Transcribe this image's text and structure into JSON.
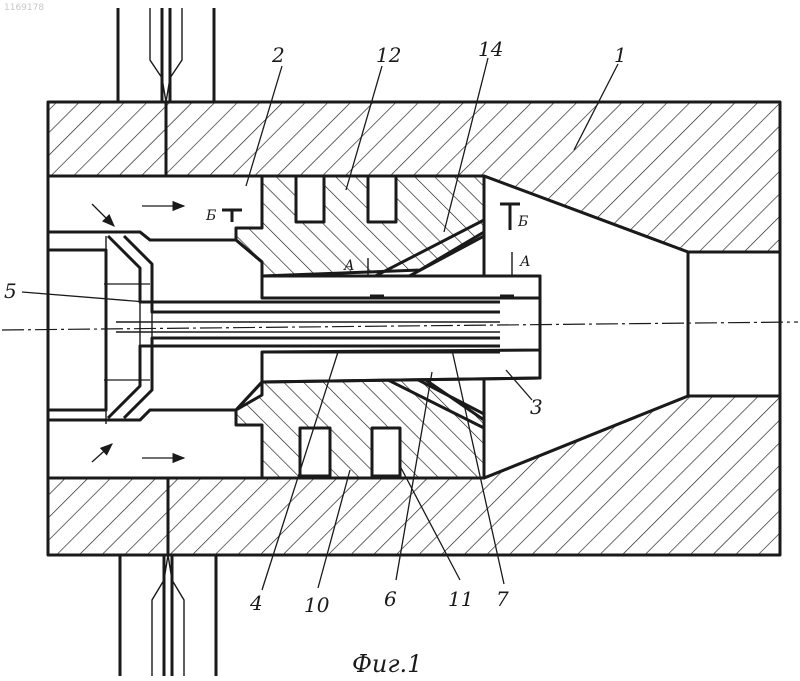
{
  "document_id": "1169178",
  "labels": {
    "l1": "1",
    "l2": "2",
    "l3": "3",
    "l4": "4",
    "l5": "5",
    "l6": "6",
    "l7": "7",
    "l10": "10",
    "l11": "11",
    "l12": "12",
    "l14": "14"
  },
  "section_marks": {
    "b_left": "Б",
    "b_right": "Б",
    "a_left": "А",
    "a_right": "А"
  },
  "caption": "Фиг.1"
}
